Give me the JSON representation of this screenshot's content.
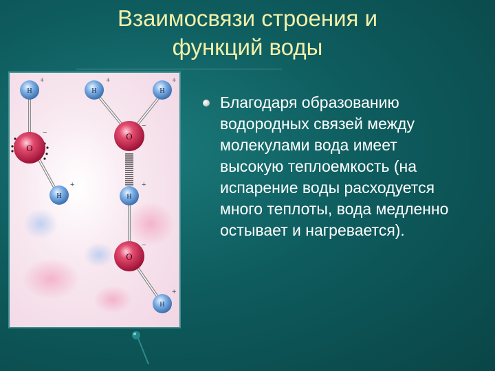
{
  "slide": {
    "title_line1": "Взаимосвязи строения и",
    "title_line2": "функций воды"
  },
  "figure": {
    "atom_h_label": "H",
    "atom_o_label": "O",
    "plus_sign": "+",
    "minus_sign": "−"
  },
  "bullet": {
    "text": "Благодаря образованию водородных связей между молекулами вода имеет высокую теплоемкость (на испарение воды расходуется много теплоты, вода медленно остывает и нагревается)."
  },
  "colors": {
    "title": "#f2f0a8",
    "background": "#0e5c5e",
    "oxygen": "#c8264a",
    "hydrogen": "#5e9ad8"
  }
}
